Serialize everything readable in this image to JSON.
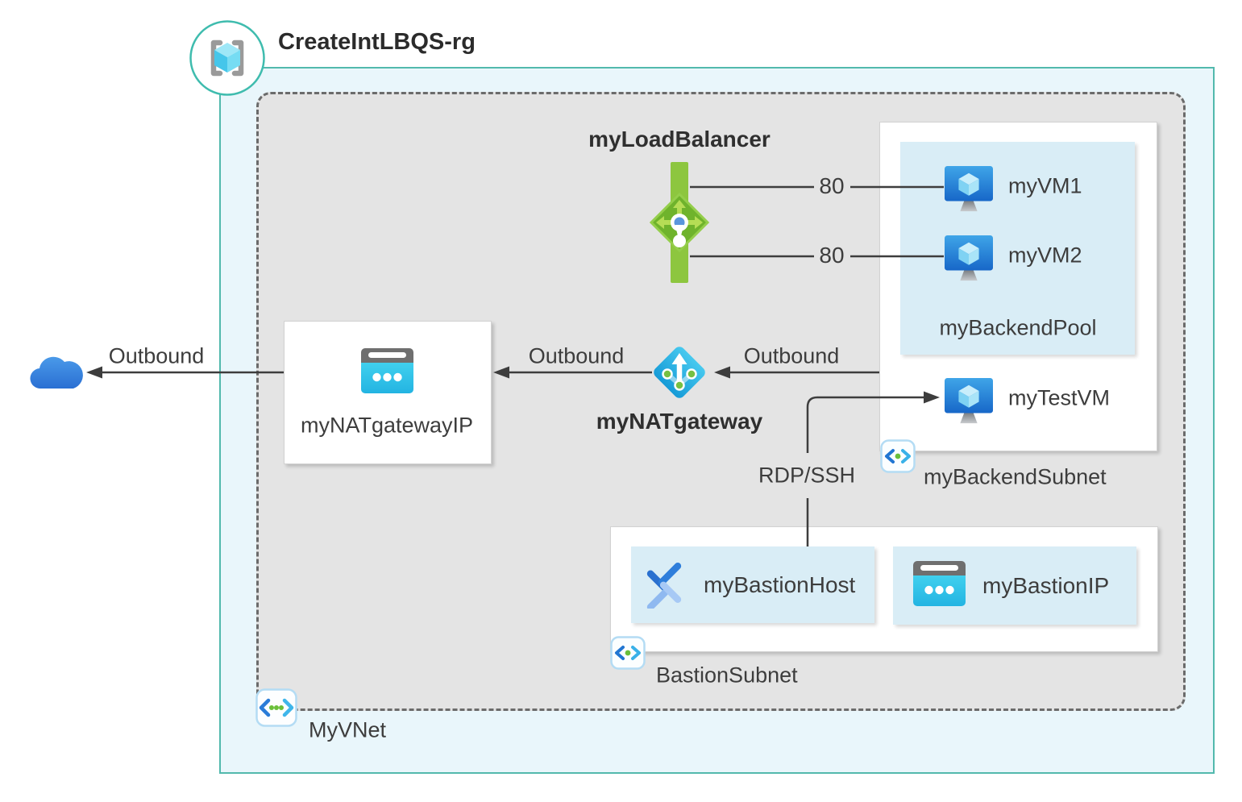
{
  "resource_group": {
    "name": "CreateIntLBQS-rg",
    "border_color": "#52b9ad",
    "fill": "#e9f6fb"
  },
  "vnet": {
    "name": "MyVNet",
    "fill": "#e4e4e4"
  },
  "load_balancer": {
    "name": "myLoadBalancer",
    "frontend_ports": [
      "80",
      "80"
    ],
    "accent": "#8dc63f"
  },
  "nat_gateway": {
    "name": "myNATgateway",
    "public_ip": "myNATgatewayIP",
    "accent": "#2bb3e0"
  },
  "backend_subnet": {
    "name": "myBackendSubnet",
    "backend_pool": {
      "name": "myBackendPool",
      "vms": [
        "myVM1",
        "myVM2"
      ],
      "fill": "#d9edf6"
    },
    "test_vm": "myTestVM"
  },
  "bastion_subnet": {
    "name": "BastionSubnet",
    "host": "myBastionHost",
    "public_ip": "myBastionIP"
  },
  "flow_labels": {
    "internet_outbound": "Outbound",
    "nat_outbound": "Outbound",
    "subnet_outbound": "Outbound",
    "rdp_ssh": "RDP/SSH"
  }
}
